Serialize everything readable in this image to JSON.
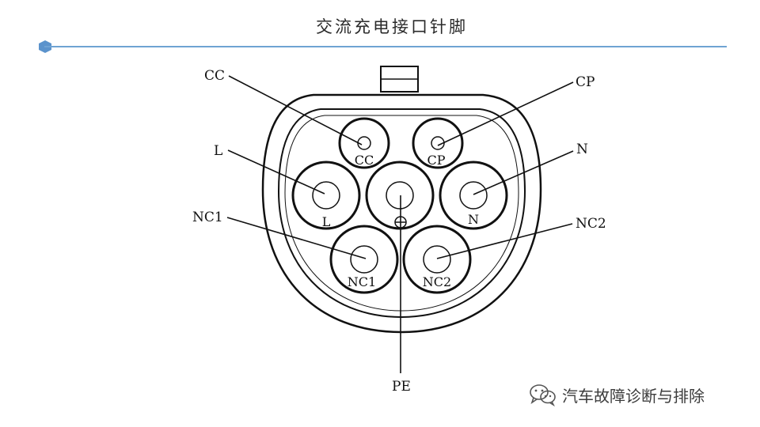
{
  "title": "交流充电接口针脚",
  "labels": {
    "cc": "CC",
    "cp": "CP",
    "l": "L",
    "n": "N",
    "nc1": "NC1",
    "nc2": "NC2",
    "pe": "PE"
  },
  "pins": {
    "cc": "CC",
    "cp": "CP",
    "l": "L",
    "n": "N",
    "nc1": "NC1",
    "nc2": "NC2"
  },
  "watermark": "汽车故障诊断与排除",
  "icons": {
    "title_bullet": "hexagon-icon",
    "pe_symbol": "ground-icon",
    "watermark": "wechat-icon"
  },
  "colors": {
    "accent": "#5b93cc",
    "rule": "#6fa3d3",
    "ink": "#111111"
  }
}
